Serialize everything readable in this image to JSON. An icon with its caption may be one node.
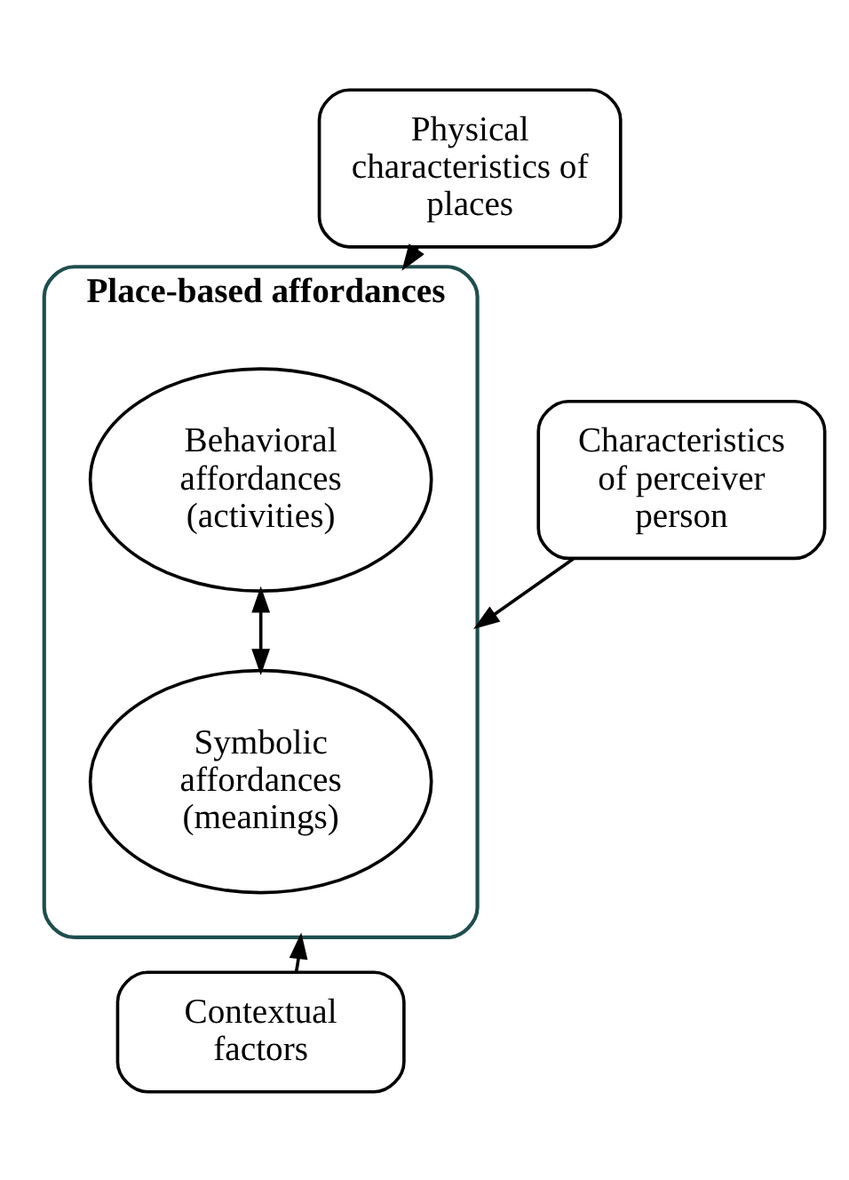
{
  "diagram": {
    "nodes": [
      {
        "text": [
          "Physical characteristics of places"
        ]
      },
      {
        "text": [
          "Place-based affordances"
        ]
      },
      {
        "text": [
          "Behavioral affordances (activities)"
        ],
        "in": 1
      },
      {
        "text": [
          "Symbolic affordances (meanings)"
        ],
        "in": 1
      },
      {
        "text": [
          "Characteristics of perceiver person"
        ]
      },
      {
        "text": [
          "Contextual factors"
        ]
      }
    ],
    "edges": [
      {
        "from": 0,
        "to": 1,
        "arrow": "to"
      },
      {
        "from": 4,
        "to": 1,
        "arrow": "to"
      },
      {
        "from": 2,
        "to": 3,
        "arrow": "both"
      },
      {
        "from": 5,
        "to": 1,
        "arrow": "to"
      }
    ]
  }
}
